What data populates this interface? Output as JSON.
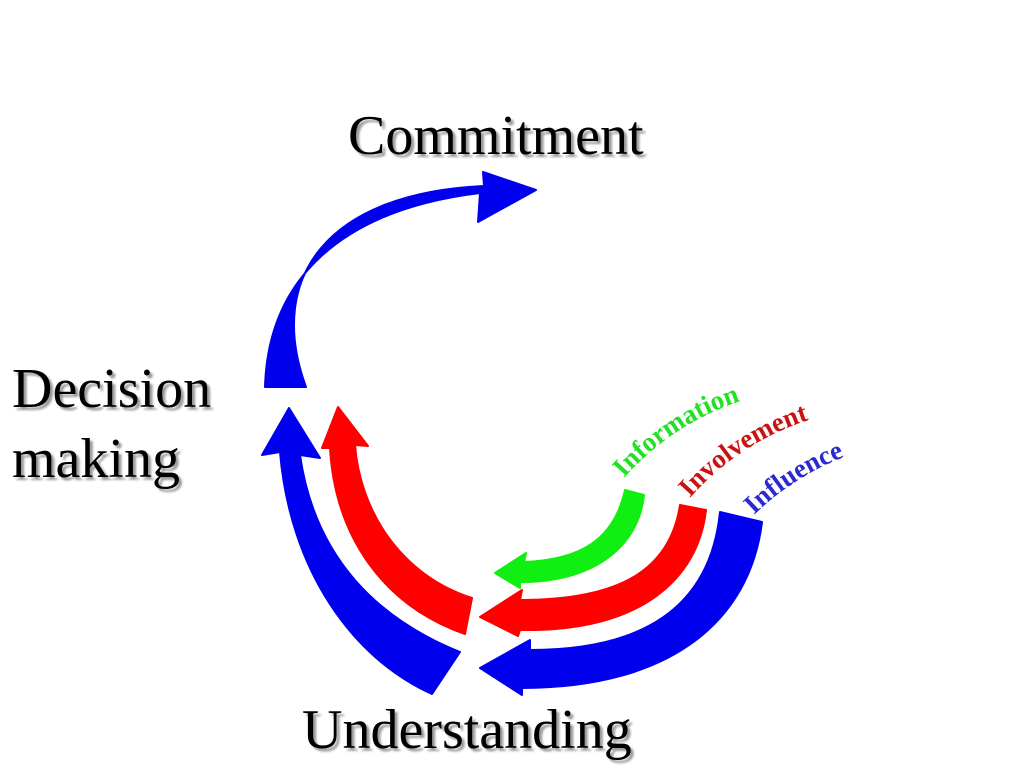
{
  "stages": {
    "top": "Commitment",
    "left_line1": "Decision",
    "left_line2": "making",
    "bottom": "Understanding"
  },
  "flows": [
    {
      "label": "Information",
      "color": "#22e022"
    },
    {
      "label": "Involvement",
      "color": "#cc1111"
    },
    {
      "label": "Influence",
      "color": "#2a2ad0"
    }
  ],
  "colors": {
    "outer_arrow": "#0000ee",
    "red_arrow": "#ff0000",
    "green_arrow": "#11ee11",
    "shadow": "#9a9a9a"
  }
}
